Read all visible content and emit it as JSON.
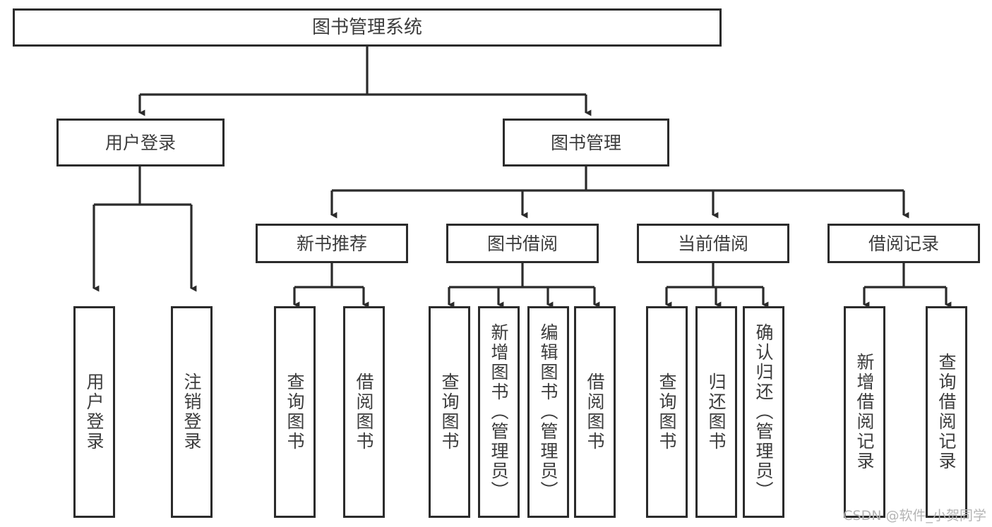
{
  "diagram": {
    "title": "图书管理系统",
    "watermark": "CSDN @软件_小贺同学",
    "stroke_color": "#2b2b2b",
    "text_color": "#3c3c3c",
    "background_color": "#ffffff",
    "nodes": {
      "root": "图书管理系统",
      "level2": {
        "user_login": "用户登录",
        "book_manage": "图书管理"
      },
      "level3": {
        "new_book_recommend": "新书推荐",
        "book_borrow": "图书借阅",
        "current_borrow": "当前借阅",
        "borrow_record": "借阅记录"
      },
      "leaves": {
        "user_login_1": "用户登录",
        "user_login_2": "注销登录",
        "new_book_1": "查询图书",
        "new_book_2": "借阅图书",
        "borrow_1": "查询图书",
        "borrow_2": "新增图书（管理员）",
        "borrow_3": "编辑图书（管理员）",
        "borrow_4": "借阅图书",
        "current_1": "查询图书",
        "current_2": "归还图书",
        "current_3": "确认归还（管理员）",
        "record_1": "新增借阅记录",
        "record_2": "查询借阅记录"
      }
    }
  },
  "chart_data": {
    "type": "table",
    "title": "图书管理系统 功能结构图",
    "tree": {
      "label": "图书管理系统",
      "children": [
        {
          "label": "用户登录",
          "children": [
            {
              "label": "用户登录",
              "children": []
            },
            {
              "label": "注销登录",
              "children": []
            }
          ]
        },
        {
          "label": "图书管理",
          "children": [
            {
              "label": "新书推荐",
              "children": [
                {
                  "label": "查询图书",
                  "children": []
                },
                {
                  "label": "借阅图书",
                  "children": []
                }
              ]
            },
            {
              "label": "图书借阅",
              "children": [
                {
                  "label": "查询图书",
                  "children": []
                },
                {
                  "label": "新增图书（管理员）",
                  "children": []
                },
                {
                  "label": "编辑图书（管理员）",
                  "children": []
                },
                {
                  "label": "借阅图书",
                  "children": []
                }
              ]
            },
            {
              "label": "当前借阅",
              "children": [
                {
                  "label": "查询图书",
                  "children": []
                },
                {
                  "label": "归还图书",
                  "children": []
                },
                {
                  "label": "确认归还（管理员）",
                  "children": []
                }
              ]
            },
            {
              "label": "借阅记录",
              "children": [
                {
                  "label": "新增借阅记录",
                  "children": []
                },
                {
                  "label": "查询借阅记录",
                  "children": []
                }
              ]
            }
          ]
        }
      ]
    }
  }
}
